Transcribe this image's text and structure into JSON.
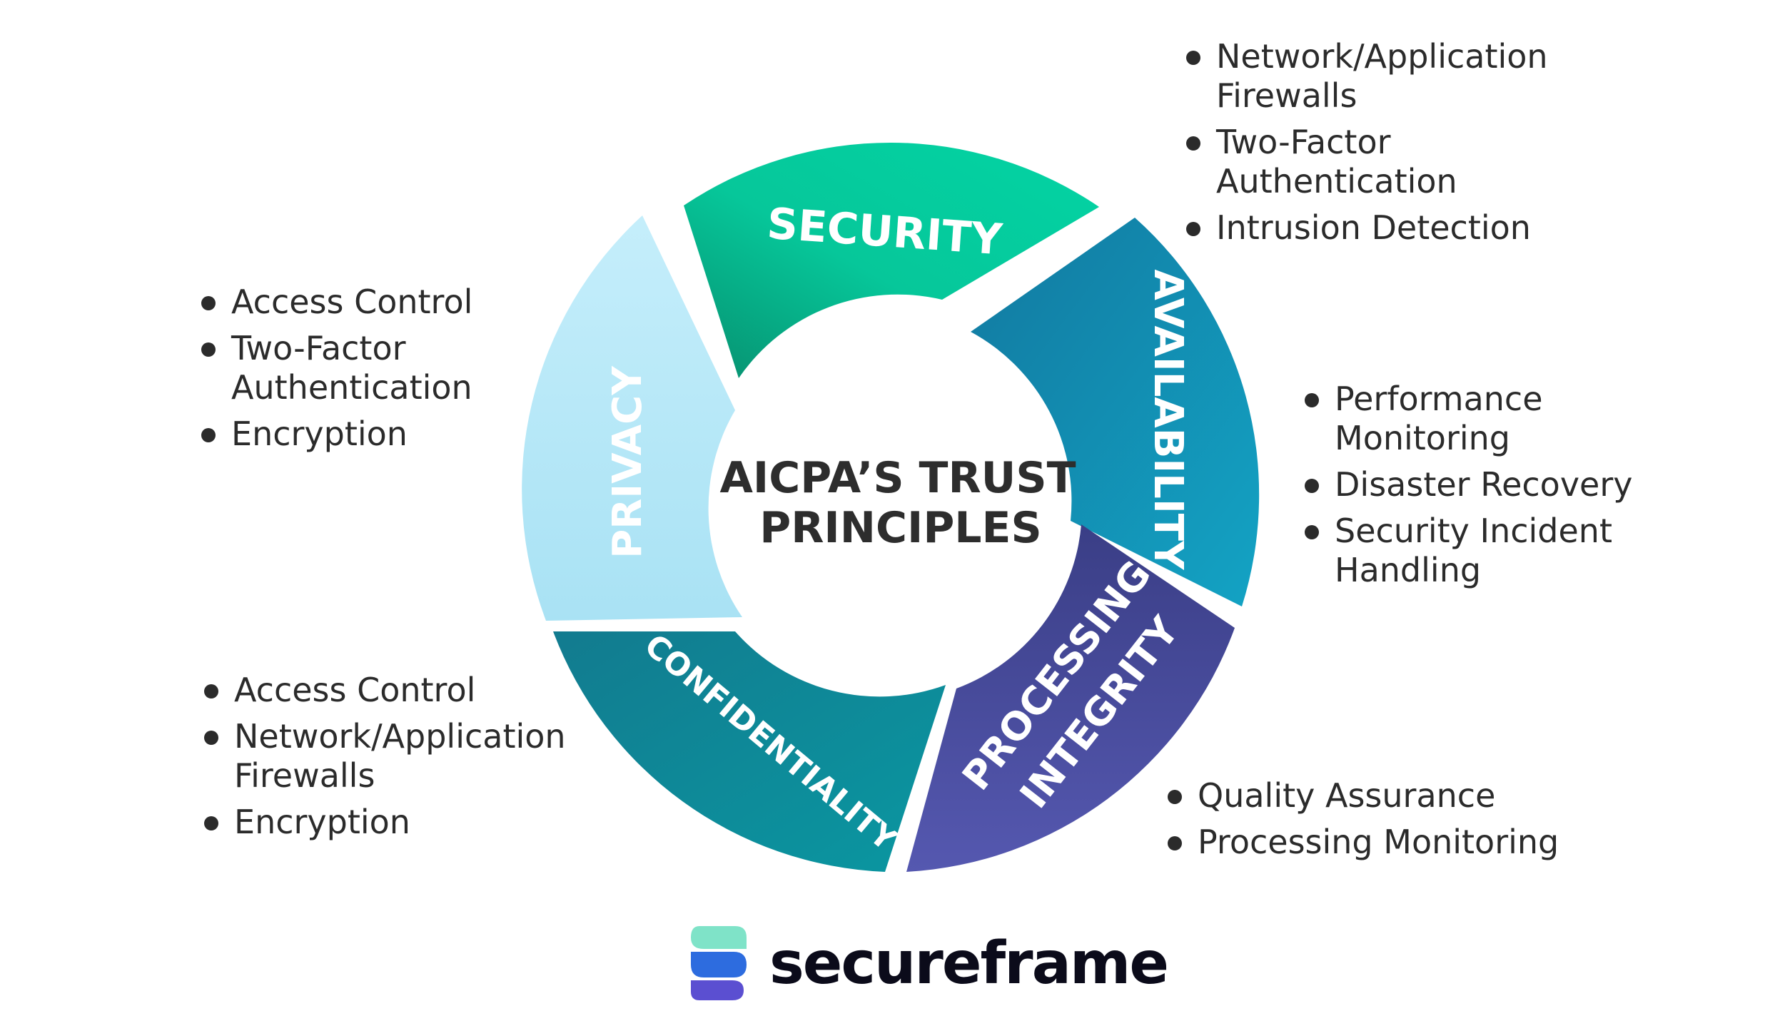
{
  "center": {
    "title_line1": "AICPA’S TRUST",
    "title_line2": "PRINCIPLES"
  },
  "segments": [
    {
      "id": "security",
      "label": "SECURITY",
      "color": "#06c79a"
    },
    {
      "id": "availability",
      "label": "AVAILABILITY",
      "color": "#1598bb"
    },
    {
      "id": "processing-integrity",
      "label_line1": "PROCESSING",
      "label_line2": "INTEGRITY",
      "color": "#4a4ea3"
    },
    {
      "id": "confidentiality",
      "label": "CONFIDENTIALITY",
      "color": "#0d8f9a"
    },
    {
      "id": "privacy",
      "label": "PRIVACY",
      "color": "#b3e6f6"
    }
  ],
  "lists": {
    "security": [
      "Network/Application Firewalls",
      "Two-Factor Authentication",
      "Intrusion Detection"
    ],
    "availability": [
      "Performance Monitoring",
      "Disaster Recovery",
      "Security Incident Handling"
    ],
    "processing_integrity": [
      "Quality Assurance",
      "Processing Monitoring"
    ],
    "confidentiality": [
      "Access Control",
      "Network/Application Firewalls",
      "Encryption"
    ],
    "privacy": [
      "Access Control",
      "Two-Factor Authentication",
      "Encryption"
    ]
  },
  "logo": {
    "text": "secureframe",
    "colors": [
      "#7fe3c8",
      "#2d6cdf",
      "#5b4fd1"
    ]
  }
}
